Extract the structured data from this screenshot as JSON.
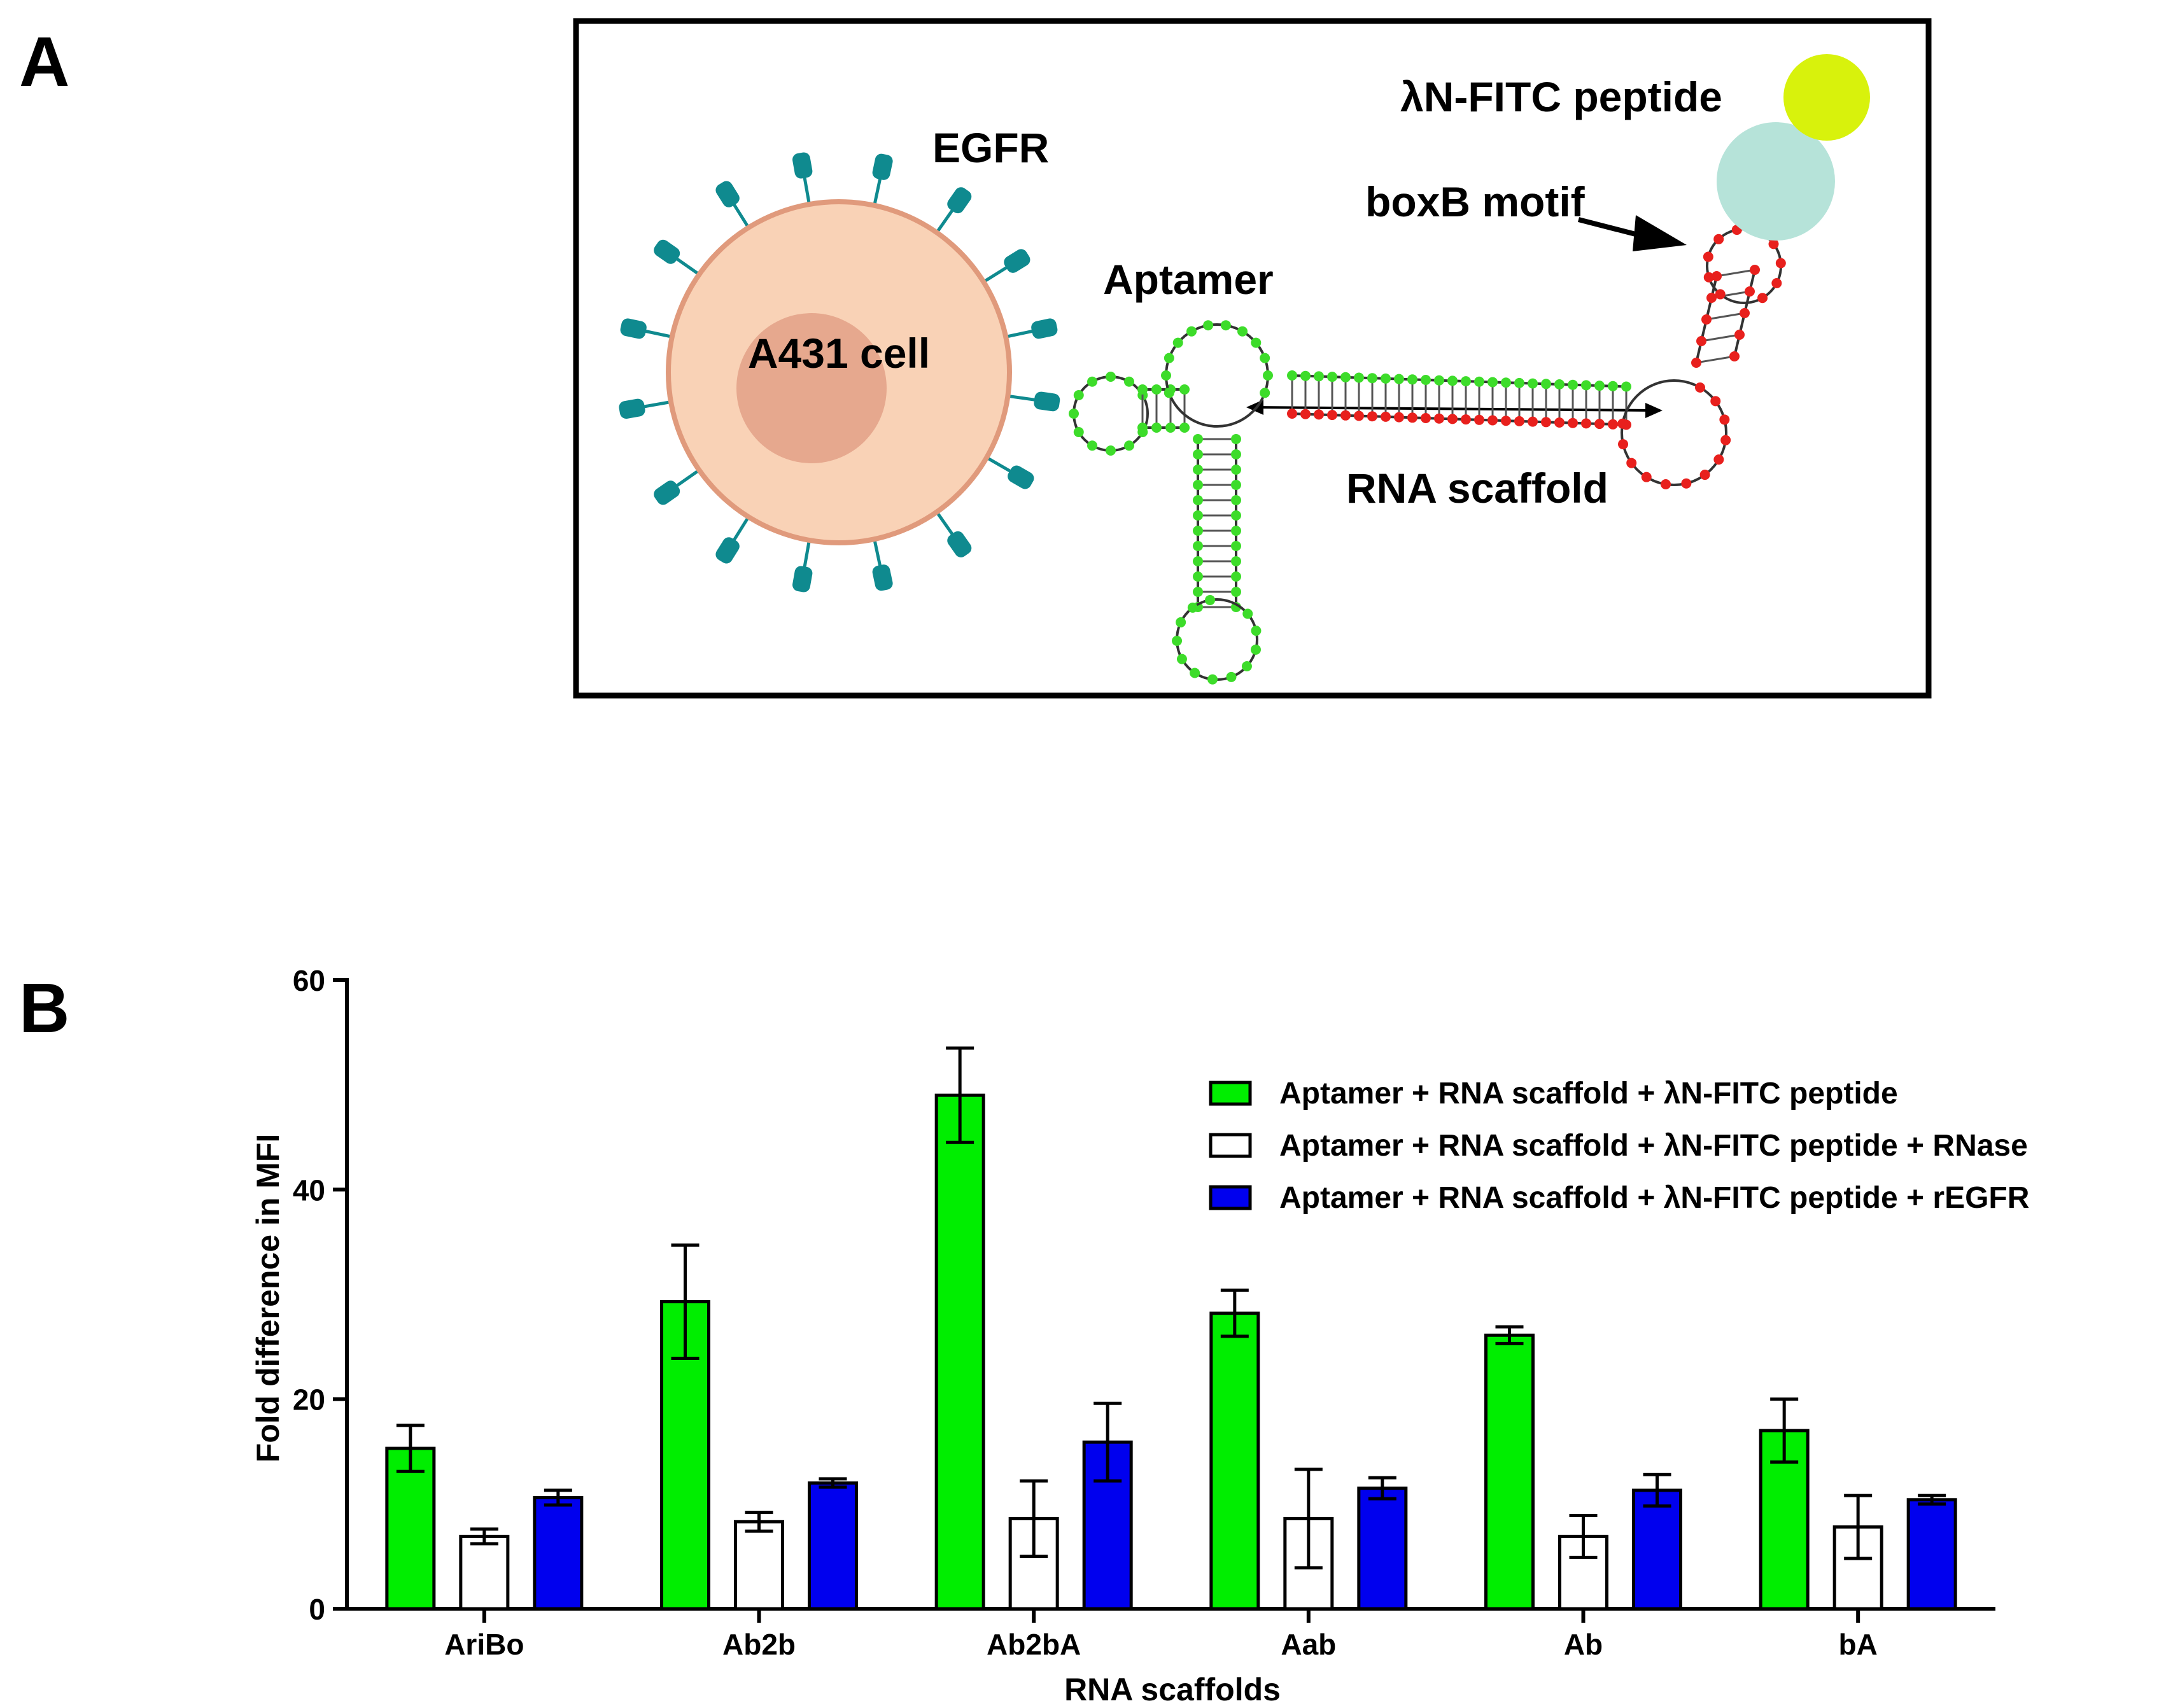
{
  "panel_a": {
    "label": "A",
    "labels": {
      "egfr": "EGFR",
      "cell": "A431 cell",
      "aptamer": "Aptamer",
      "peptide": "λN-FITC peptide",
      "boxb": "boxB motif",
      "scaffold": "RNA scaffold"
    },
    "colors": {
      "cell_fill": "#f9d2b6",
      "cell_edge": "#e09a7c",
      "nucleus": "#e6a88e",
      "receptor": "#0f8a8f",
      "aptamer_nt": "#3ddc2a",
      "scaffold_nt": "#e8201d",
      "protein": "#b6e3d9",
      "fitc": "#d8f20c"
    }
  },
  "panel_b": {
    "label": "B"
  },
  "chart_data": {
    "type": "bar",
    "categories": [
      "AriBo",
      "Ab2b",
      "Ab2bA",
      "Aab",
      "Ab",
      "bA"
    ],
    "series": [
      {
        "name": "Aptamer + RNA scaffold + λN-FITC peptide",
        "color": "#00ee00",
        "values": [
          15.3,
          29.3,
          49.0,
          28.2,
          26.1,
          17.0
        ],
        "errors": [
          2.2,
          5.4,
          4.5,
          2.2,
          0.8,
          3.0
        ]
      },
      {
        "name": "Aptamer + RNA scaffold + λN-FITC peptide + RNase",
        "color": "#ffffff",
        "values": [
          6.9,
          8.3,
          8.6,
          8.6,
          6.9,
          7.8
        ],
        "errors": [
          0.7,
          0.9,
          3.6,
          4.7,
          2.0,
          3.0
        ]
      },
      {
        "name": "Aptamer + RNA scaffold + λN-FITC peptide + rEGFR",
        "color": "#0000ee",
        "values": [
          10.6,
          12.0,
          15.9,
          11.5,
          11.3,
          10.4
        ],
        "errors": [
          0.7,
          0.4,
          3.7,
          1.0,
          1.5,
          0.4
        ]
      }
    ],
    "xlabel": "RNA scaffolds",
    "ylabel": "Fold difference in MFI",
    "ylim": [
      0,
      60
    ],
    "yticks": [
      0,
      20,
      40,
      60
    ],
    "grid": false,
    "legend": "top-right"
  }
}
